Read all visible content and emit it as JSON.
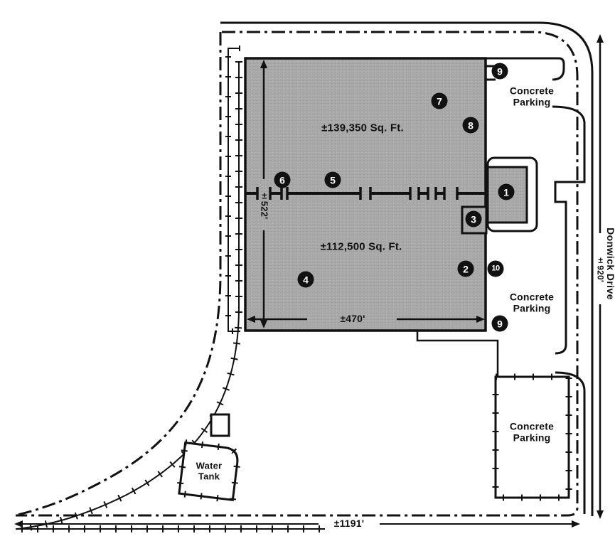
{
  "document": {
    "type": "site-plan"
  },
  "building": {
    "upper_area_label": "±139,350 Sq. Ft.",
    "lower_area_label": "±112,500 Sq. Ft."
  },
  "parking": {
    "line1": "Concrete",
    "line2": "Parking"
  },
  "water_tank": {
    "line1": "Water",
    "line2": "Tank"
  },
  "road": {
    "name": "Donwick Drive",
    "frontage_label": "±920'"
  },
  "dimensions": {
    "building_width": "±470'",
    "building_depth": "±522'",
    "south_frontage": "±1191'"
  },
  "markers": [
    {
      "label": "1"
    },
    {
      "label": "2"
    },
    {
      "label": "3"
    },
    {
      "label": "4"
    },
    {
      "label": "5"
    },
    {
      "label": "6"
    },
    {
      "label": "7"
    },
    {
      "label": "8"
    },
    {
      "label": "9"
    },
    {
      "label": "9"
    },
    {
      "label": "10"
    }
  ],
  "colors": {
    "building_fill": "#a9a9a9",
    "ink": "#111111",
    "paper": "#ffffff"
  }
}
